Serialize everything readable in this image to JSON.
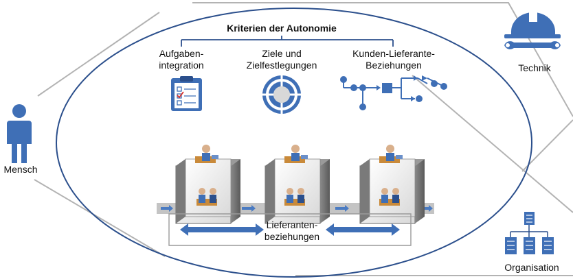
{
  "title": "Kriterien der Autonomie",
  "criteria": [
    {
      "line1": "Aufgaben-",
      "line2": "integration",
      "icon": "clipboard-checklist-icon"
    },
    {
      "line1": "Ziele und",
      "line2": "Zielfestlegungen",
      "icon": "target-icon"
    },
    {
      "line1": "Kunden-Lieferante-",
      "line2": "Beziehungen",
      "icon": "flow-network-icon"
    }
  ],
  "sides": {
    "left": {
      "label": "Mensch",
      "icon": "person-icon"
    },
    "top_right": {
      "label": "Technik",
      "icon": "helmet-wrench-icon"
    },
    "bottom_right": {
      "label": "Organisation",
      "icon": "org-chart-icon"
    }
  },
  "supplier": {
    "line1": "Lieferanten-",
    "line2": "beziehungen"
  },
  "colors": {
    "primary": "#3f6fb6",
    "dark_blue": "#2b4f8c",
    "grey": "#c0c0c0",
    "line_grey": "#b0b0b0"
  }
}
